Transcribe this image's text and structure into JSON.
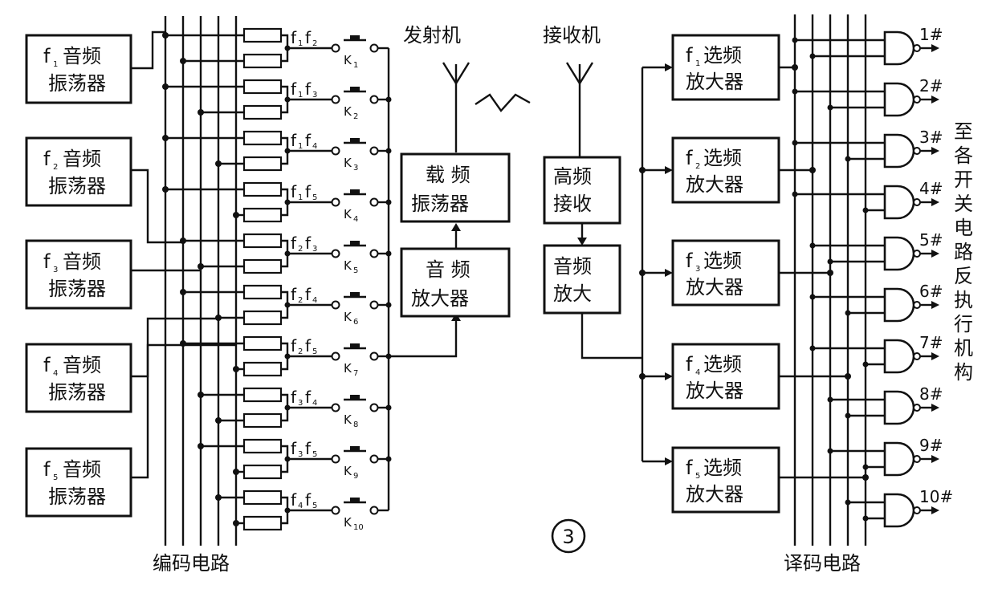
{
  "transmitter": {
    "title": "发射机",
    "carrier_osc": [
      "载 频",
      "振荡器"
    ],
    "audio_amp": [
      "音 频",
      "放大器"
    ]
  },
  "receiver": {
    "title": "接收机",
    "rf_receive": [
      "高频",
      "接收"
    ],
    "audio_amp": [
      "音频",
      "放大"
    ]
  },
  "oscillators": [
    {
      "f": "f",
      "sub": "1",
      "name": "音频",
      "line2": "振荡器"
    },
    {
      "f": "f",
      "sub": "2",
      "name": "音频",
      "line2": "振荡器"
    },
    {
      "f": "f",
      "sub": "3",
      "name": "音频",
      "line2": "振荡器"
    },
    {
      "f": "f",
      "sub": "4",
      "name": "音频",
      "line2": "振荡器"
    },
    {
      "f": "f",
      "sub": "5",
      "name": "音频",
      "line2": "振荡器"
    }
  ],
  "selectors": [
    {
      "f": "f",
      "sub": "1",
      "name": "选频",
      "line2": "放大器"
    },
    {
      "f": "f",
      "sub": "2",
      "name": "选频",
      "line2": "放大器"
    },
    {
      "f": "f",
      "sub": "3",
      "name": "选频",
      "line2": "放大器"
    },
    {
      "f": "f",
      "sub": "4",
      "name": "选频",
      "line2": "放大器"
    },
    {
      "f": "f",
      "sub": "5",
      "name": "选频",
      "line2": "放大器"
    }
  ],
  "keys": [
    {
      "pair": [
        "1",
        "2"
      ],
      "k": "1"
    },
    {
      "pair": [
        "1",
        "3"
      ],
      "k": "2"
    },
    {
      "pair": [
        "1",
        "4"
      ],
      "k": "3"
    },
    {
      "pair": [
        "1",
        "5"
      ],
      "k": "4"
    },
    {
      "pair": [
        "2",
        "3"
      ],
      "k": "5"
    },
    {
      "pair": [
        "2",
        "4"
      ],
      "k": "6"
    },
    {
      "pair": [
        "2",
        "5"
      ],
      "k": "7"
    },
    {
      "pair": [
        "3",
        "4"
      ],
      "k": "8"
    },
    {
      "pair": [
        "3",
        "5"
      ],
      "k": "9"
    },
    {
      "pair": [
        "4",
        "5"
      ],
      "k": "10"
    }
  ],
  "outputs": [
    "1#",
    "2#",
    "3#",
    "4#",
    "5#",
    "6#",
    "7#",
    "8#",
    "9#",
    "10#"
  ],
  "side_label": [
    "至",
    "各",
    "开",
    "关",
    "电",
    "路",
    "反",
    "执",
    "行",
    "机",
    "构"
  ],
  "encoder_label": "编码电路",
  "decoder_label": "译码电路",
  "figure_mark": "③"
}
